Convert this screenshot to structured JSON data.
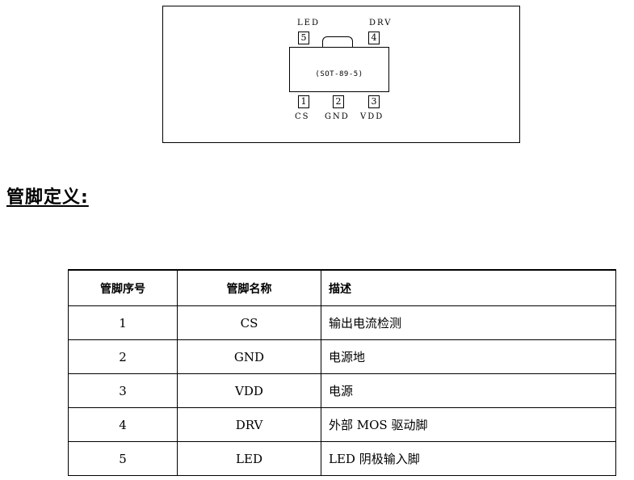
{
  "diagram": {
    "package_label": "(SOT-89-5)",
    "top_pins": [
      {
        "number": "5",
        "name": "LED"
      },
      {
        "number": "4",
        "name": "DRV"
      }
    ],
    "bottom_pins": [
      {
        "number": "1",
        "name": "CS"
      },
      {
        "number": "2",
        "name": "GND"
      },
      {
        "number": "3",
        "name": "VDD"
      }
    ]
  },
  "section": {
    "title": "管脚定义:"
  },
  "table": {
    "headers": [
      "管脚序号",
      "管脚名称",
      "描述"
    ],
    "rows": [
      {
        "number": "1",
        "name": "CS",
        "description": "输出电流检测"
      },
      {
        "number": "2",
        "name": "GND",
        "description": "电源地"
      },
      {
        "number": "3",
        "name": "VDD",
        "description": "电源"
      },
      {
        "number": "4",
        "name": "DRV",
        "description": "外部 MOS 驱动脚"
      },
      {
        "number": "5",
        "name": "LED",
        "description": "LED 阴极输入脚"
      }
    ]
  }
}
